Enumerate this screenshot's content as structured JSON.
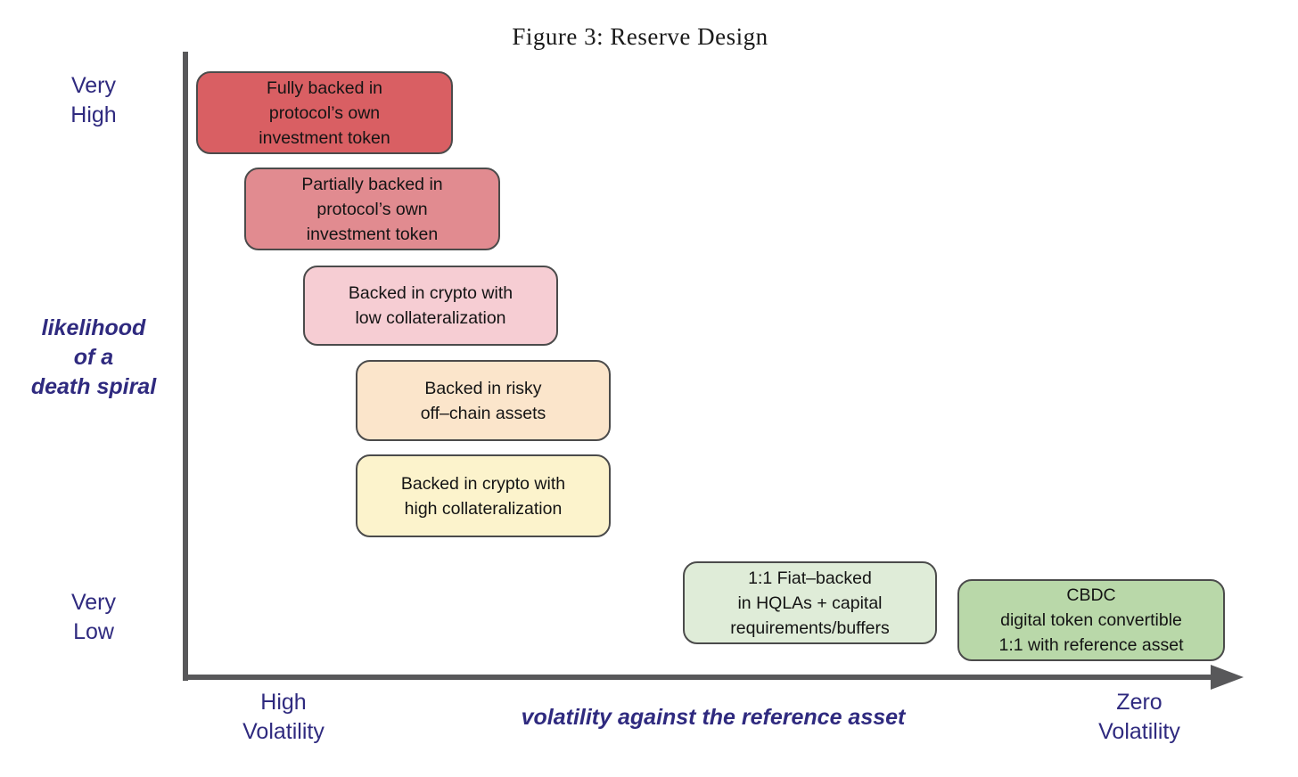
{
  "figure_title": "Figure 3: Reserve Design",
  "colors": {
    "axis": "#58585a",
    "axis_label_text": "#2f2a7f",
    "box_border": "#4b4b4b",
    "box_text": "#141414",
    "background": "#ffffff"
  },
  "axes": {
    "y_title": "likelihood\nof a\ndeath spiral",
    "y_tick_top": "Very\nHigh",
    "y_tick_bottom": "Very\nLow",
    "x_title": "volatility against the reference asset",
    "x_tick_left": "High\nVolatility",
    "x_tick_right": "Zero\nVolatility"
  },
  "boxes": [
    {
      "id": "fully-backed-own-token",
      "text": "Fully backed in\nprotocol’s own\ninvestment token",
      "fill": "#d95f63"
    },
    {
      "id": "partially-backed-own-token",
      "text": "Partially backed in\nprotocol’s own\ninvestment token",
      "fill": "#e18b90"
    },
    {
      "id": "crypto-low-collateral",
      "text": "Backed in crypto with\nlow collateralization",
      "fill": "#f6cdd3"
    },
    {
      "id": "risky-off-chain-assets",
      "text": "Backed in risky\noff–chain assets",
      "fill": "#fbe5cb"
    },
    {
      "id": "crypto-high-collateral",
      "text": "Backed in crypto with\nhigh collateralization",
      "fill": "#fcf3cc"
    },
    {
      "id": "fiat-backed-hqla",
      "text": "1:1 Fiat–backed\nin HQLAs + capital\nrequirements/buffers",
      "fill": "#dfecd8"
    },
    {
      "id": "cbdc",
      "text": "CBDC\ndigital token convertible\n1:1 with reference asset",
      "fill": "#b9d8a9"
    }
  ],
  "chart_data": {
    "type": "scatter",
    "title": "Figure 3: Reserve Design",
    "xlabel": "volatility against the reference asset",
    "ylabel": "likelihood of a death spiral",
    "x_tick_labels": [
      "High Volatility",
      "Zero Volatility"
    ],
    "y_tick_labels": [
      "Very Low",
      "Very High"
    ],
    "grid": false,
    "legend": false,
    "points": [
      {
        "label": "Fully backed in protocol’s own investment token",
        "x_pct_from_high_volatility": 13,
        "death_spiral_likelihood_pct": 90,
        "color": "#d95f63"
      },
      {
        "label": "Partially backed in protocol’s own investment token",
        "x_pct_from_high_volatility": 18,
        "death_spiral_likelihood_pct": 75,
        "color": "#e18b90"
      },
      {
        "label": "Backed in crypto with low collateralization",
        "x_pct_from_high_volatility": 23,
        "death_spiral_likelihood_pct": 60,
        "color": "#f6cdd3"
      },
      {
        "label": "Backed in risky off–chain assets",
        "x_pct_from_high_volatility": 28,
        "death_spiral_likelihood_pct": 44,
        "color": "#fbe5cb"
      },
      {
        "label": "Backed in crypto with high collateralization",
        "x_pct_from_high_volatility": 28,
        "death_spiral_likelihood_pct": 29,
        "color": "#fcf3cc"
      },
      {
        "label": "1:1 Fiat–backed in HQLAs + capital requirements/buffers",
        "x_pct_from_high_volatility": 59,
        "death_spiral_likelihood_pct": 12,
        "color": "#dfecd8"
      },
      {
        "label": "CBDC digital token convertible 1:1 with reference asset",
        "x_pct_from_high_volatility": 86,
        "death_spiral_likelihood_pct": 9,
        "color": "#b9d8a9"
      }
    ]
  }
}
